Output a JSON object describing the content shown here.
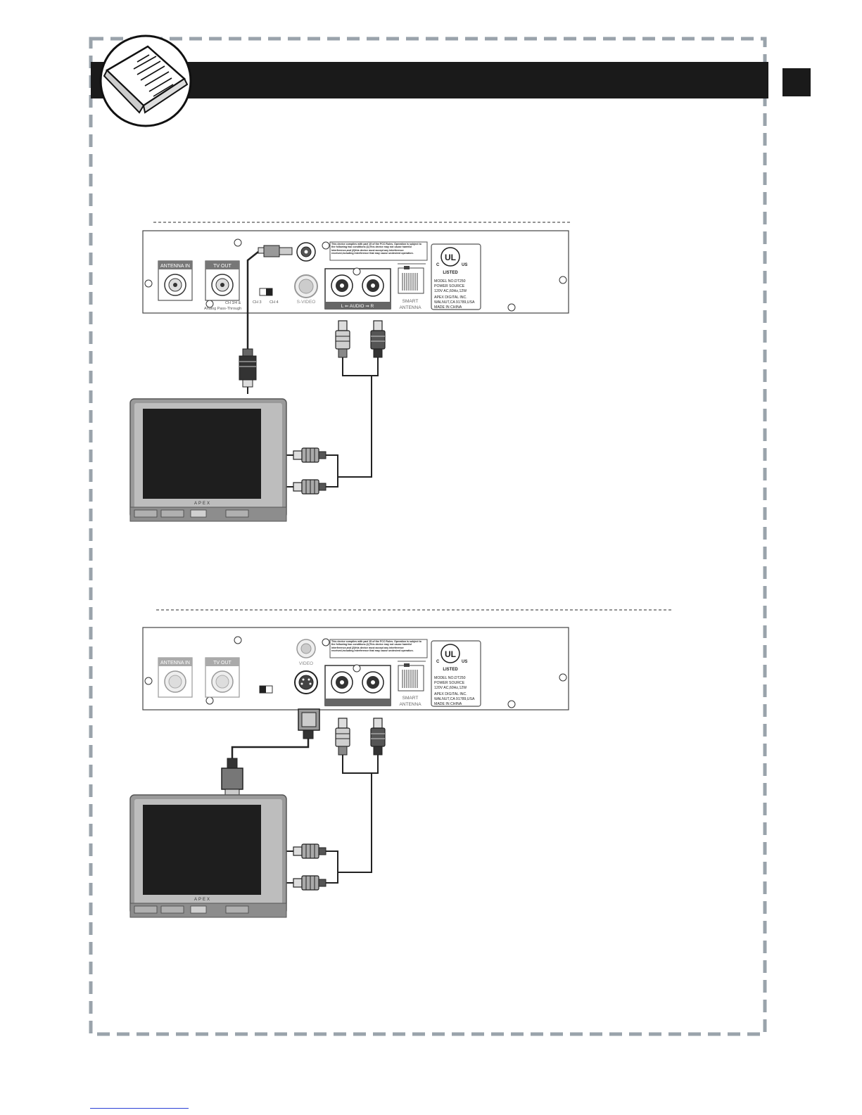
{
  "panel": {
    "antenna_in": "ANTENNA IN",
    "tv_out": "TV OUT",
    "ch3": "CH 3",
    "ch4": "CH 4",
    "ch34_note": "CH 3/4 &",
    "analog_pass": "Analog Pass-Through",
    "svideo": "S-VIDEO",
    "video": "VIDEO",
    "audio_label": "L ⇐ AUDIO ⇒ R",
    "smart": "SMART",
    "antenna": "ANTENNA",
    "fcc_text": "This device complies with part 15 of the FCC Rules. Operation is subject to the following two conditions:(1)This device may not cause harmful interference,and (2)this device must accept any interference received,including interference that may cause undesired operation.",
    "ul_c": "C",
    "ul_us": "US",
    "ul_mark": "UL",
    "listed": "LISTED",
    "model": "MODEL NO.DT250",
    "power": "POWER SOURCE",
    "rating": "120V AC,60Hz,12W",
    "company": "APEX DIGITAL INC.",
    "address": "WALNUT,CA 91789,USA",
    "made": "MADE IN CHINA"
  },
  "tv": {
    "brand": "APEX"
  }
}
